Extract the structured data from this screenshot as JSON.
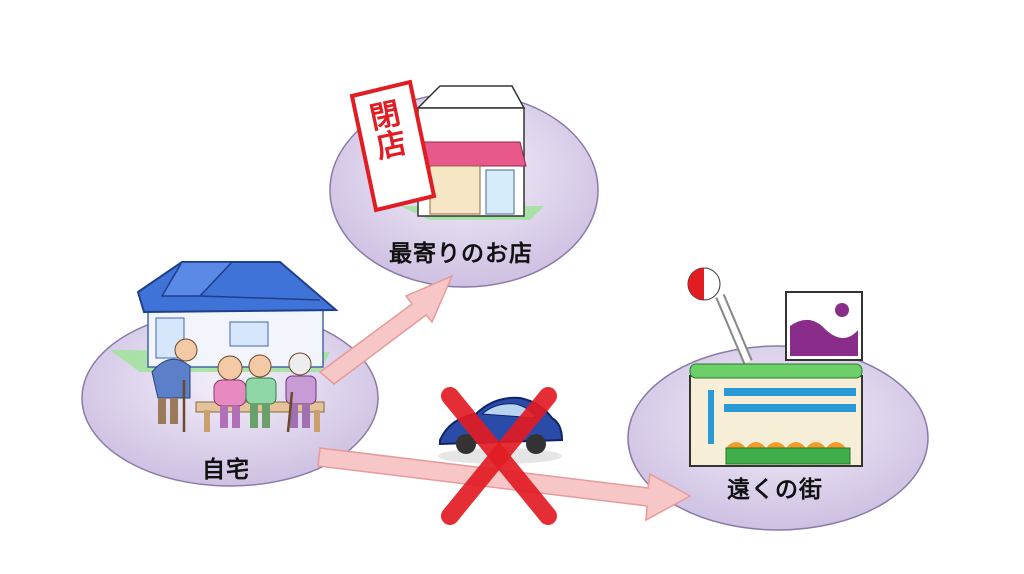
{
  "labels": {
    "home": "自宅",
    "nearest_store": "最寄りのお店",
    "far_town": "遠くの街"
  },
  "closed_sign": "閉店",
  "colors": {
    "ellipse_fill": "#d8cde8",
    "ellipse_stroke": "#8a7aa8",
    "arrow_fill": "#f7c6c6",
    "arrow_stroke": "#e79a9a",
    "cross": "#e21c23",
    "house_roof": "#3f73d8",
    "car_body": "#2b4ba8",
    "store_awning": "#e8588a",
    "mall_sign": "#8a2d8a"
  }
}
